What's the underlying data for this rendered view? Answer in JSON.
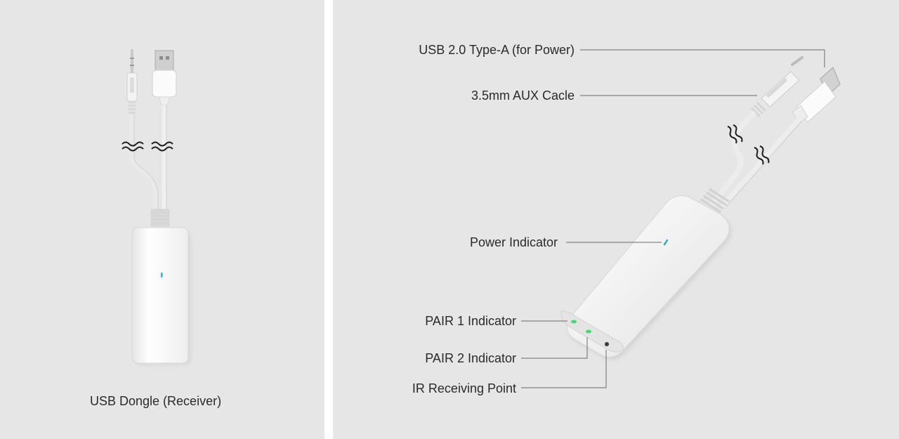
{
  "left": {
    "caption": "USB Dongle (Receiver)"
  },
  "right": {
    "callouts": {
      "usb": "USB 2.0 Type-A (for Power)",
      "aux": "3.5mm AUX Cacle",
      "power": "Power Indicator",
      "pair1": "PAIR 1 Indicator",
      "pair2": "PAIR 2 Indicator",
      "ir": "IR Receiving Point"
    }
  },
  "colors": {
    "background": "#e6e6e6",
    "divider": "#ffffff",
    "device": "#fafafa",
    "power_led": "#2bb5c4",
    "pair_led": "#3ee06a",
    "leader_line": "#6a6a6a"
  }
}
